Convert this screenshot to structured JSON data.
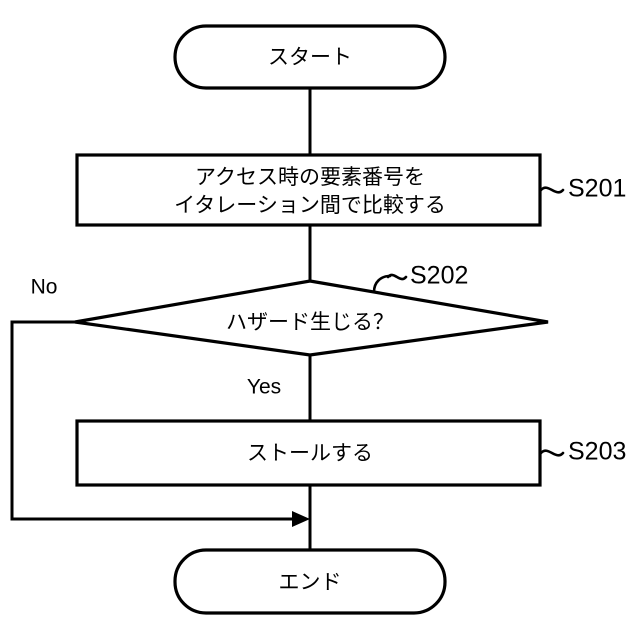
{
  "diagram": {
    "type": "flowchart",
    "orientation": "top-to-bottom",
    "background_color": "#ffffff",
    "line_color": "#000000",
    "nodes": {
      "start": {
        "shape": "stadium",
        "label": "スタート"
      },
      "compare": {
        "shape": "rectangle",
        "label_line1": "アクセス時の要素番号を",
        "label_line2": "イタレーション間で比較する",
        "step_label": "S201"
      },
      "decision": {
        "shape": "diamond",
        "label": "ハザード生じる？",
        "step_label": "S202"
      },
      "stall": {
        "shape": "rectangle",
        "label": "ストールする",
        "step_label": "S203"
      },
      "end": {
        "shape": "stadium",
        "label": "エンド"
      }
    },
    "branches": {
      "no_label": "No",
      "yes_label": "Yes"
    }
  }
}
